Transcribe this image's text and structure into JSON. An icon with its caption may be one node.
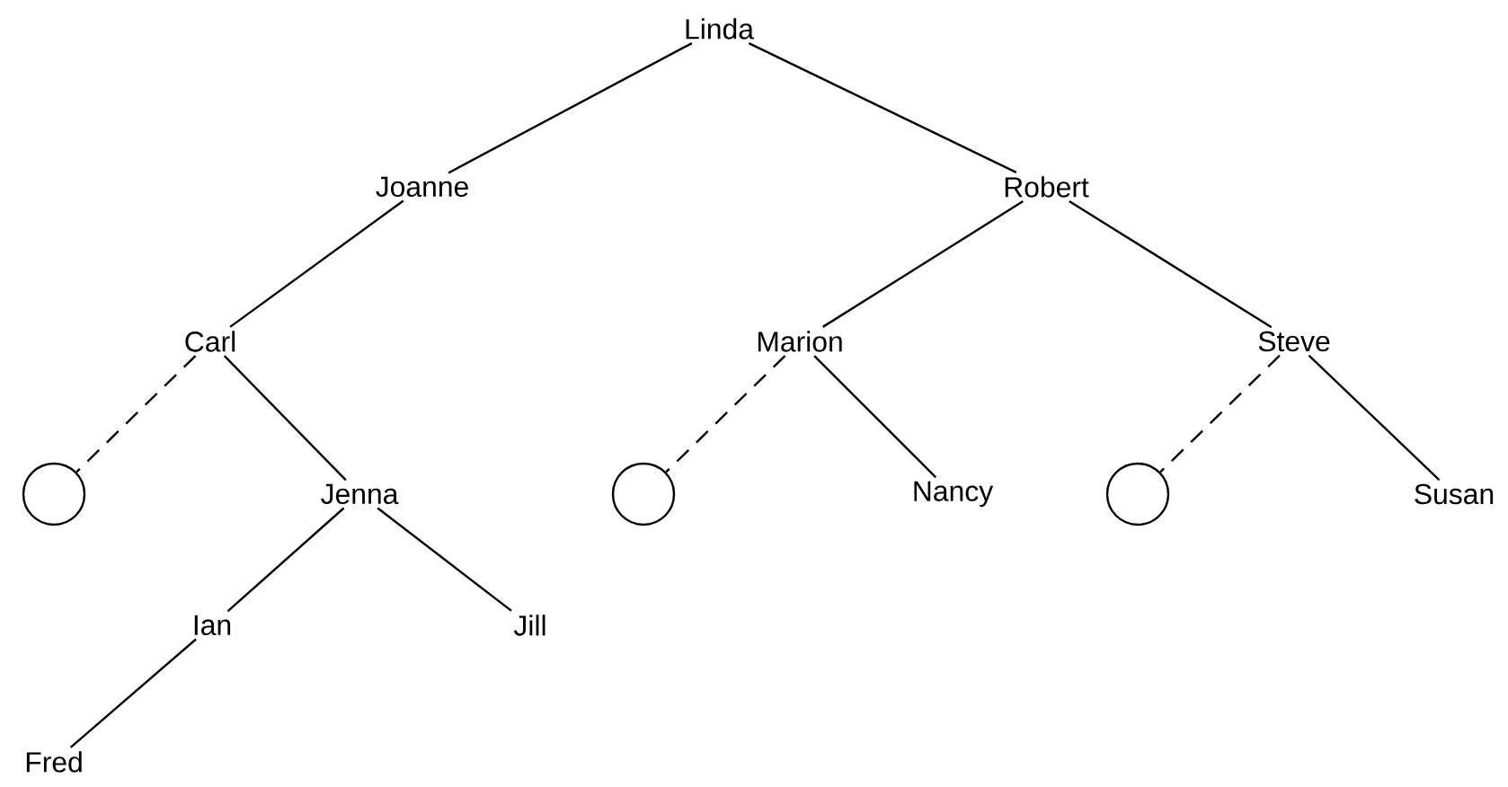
{
  "diagram": {
    "nodes": [
      {
        "text": [
          "Linda"
        ]
      },
      {
        "text": [
          "Joanne"
        ]
      },
      {
        "text": [
          "Robert"
        ]
      },
      {
        "text": [
          "Carl"
        ]
      },
      {
        "text": [
          "Marion"
        ]
      },
      {
        "text": [
          "Steve"
        ]
      },
      {
        "text": [],
        "shape": "circle"
      },
      {
        "text": [
          "Jenna"
        ]
      },
      {
        "text": [],
        "shape": "circle"
      },
      {
        "text": [
          "Nancy"
        ]
      },
      {
        "text": [],
        "shape": "circle"
      },
      {
        "text": [
          "Susan"
        ]
      },
      {
        "text": [
          "Ian"
        ]
      },
      {
        "text": [
          "Jill"
        ]
      },
      {
        "text": [
          "Fred"
        ]
      }
    ],
    "edges": [
      {
        "from": 0,
        "to": 1,
        "arrow": "none"
      },
      {
        "from": 0,
        "to": 2,
        "arrow": "none"
      },
      {
        "from": 1,
        "to": 3,
        "arrow": "none"
      },
      {
        "from": 2,
        "to": 4,
        "arrow": "none"
      },
      {
        "from": 2,
        "to": 5,
        "arrow": "none"
      },
      {
        "from": 3,
        "to": 6,
        "arrow": "none",
        "style": "dashed"
      },
      {
        "from": 3,
        "to": 7,
        "arrow": "none"
      },
      {
        "from": 4,
        "to": 8,
        "arrow": "none",
        "style": "dashed"
      },
      {
        "from": 4,
        "to": 9,
        "arrow": "none"
      },
      {
        "from": 5,
        "to": 10,
        "arrow": "none",
        "style": "dashed"
      },
      {
        "from": 5,
        "to": 11,
        "arrow": "none"
      },
      {
        "from": 7,
        "to": 12,
        "arrow": "none"
      },
      {
        "from": 7,
        "to": 13,
        "arrow": "none"
      },
      {
        "from": 12,
        "to": 14,
        "arrow": "none"
      }
    ]
  }
}
